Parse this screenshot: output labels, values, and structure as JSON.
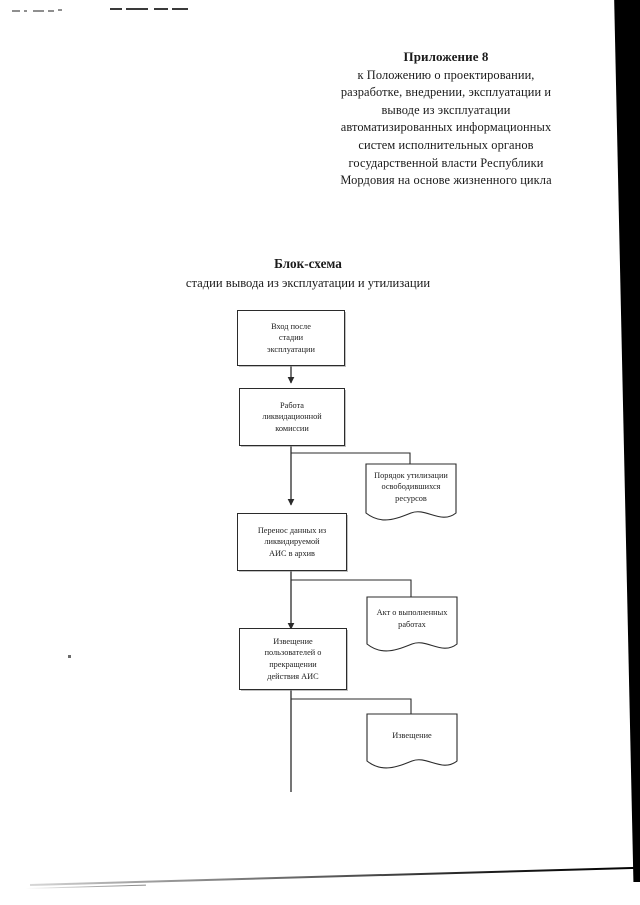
{
  "document": {
    "header": {
      "title": "Приложение 8",
      "lines": [
        "к Положению о проектировании,",
        "разработке, внедрении, эксплуатации и",
        "выводе из эксплуатации",
        "автоматизированных информационных",
        "систем исполнительных органов",
        "государственной власти Республики",
        "Мордовия на основе жизненного цикла"
      ]
    },
    "chart_title": "Блок-схема",
    "chart_subtitle": "стадии вывода из эксплуатации и утилизации"
  },
  "chart_data": {
    "type": "diagram",
    "title": "Блок-схема",
    "subtitle": "стадии вывода из эксплуатации и утилизации",
    "orientation": "top-to-bottom",
    "process_nodes": [
      {
        "id": "n1",
        "shape": "rectangle",
        "text": "Вход после стадии эксплуатации",
        "lines": [
          "Вход после",
          "стадии",
          "эксплуатации"
        ]
      },
      {
        "id": "n2",
        "shape": "rectangle",
        "text": "Работа ликвидационной комиссии",
        "lines": [
          "Работа",
          "ликвидационной",
          "комиссии"
        ]
      },
      {
        "id": "n3",
        "shape": "rectangle",
        "text": "Перенос данных из ликвидируемой АИС в архив",
        "lines": [
          "Перенос данных из",
          "ликвидируемой",
          "АИС в архив"
        ]
      },
      {
        "id": "n4",
        "shape": "rectangle",
        "text": "Извещение пользователей о прекращении действия АИС",
        "lines": [
          "Извещение",
          "пользователей о",
          "прекращении",
          "действия АИС"
        ]
      }
    ],
    "document_nodes": [
      {
        "id": "d1",
        "shape": "document",
        "text": "Порядок утилизации освободившихся ресурсов",
        "lines": [
          "Порядок",
          "утилизации",
          "освободившихся",
          "ресурсов"
        ],
        "branches_from": "n2"
      },
      {
        "id": "d2",
        "shape": "document",
        "text": "Акт о выполненных работах",
        "lines": [
          "Акт о",
          "выполненных",
          "работах"
        ],
        "branches_from": "n3"
      },
      {
        "id": "d3",
        "shape": "document",
        "text": "Извещение",
        "lines": [
          "Извещение"
        ],
        "branches_from": "n4"
      }
    ],
    "edges": [
      {
        "from": "n1",
        "to": "n2",
        "arrow": true
      },
      {
        "from": "n2",
        "to": "n3",
        "arrow": true
      },
      {
        "from": "n3",
        "to": "n4",
        "arrow": true
      },
      {
        "from": "n2",
        "to": "d1",
        "arrow": false
      },
      {
        "from": "n3",
        "to": "d2",
        "arrow": false
      },
      {
        "from": "n4",
        "to": "d3",
        "arrow": false
      },
      {
        "from": "n4",
        "to": "exit",
        "arrow": false
      }
    ],
    "colors": {
      "line": "#2b2b2b",
      "node_fill": "#ffffff",
      "text": "#222222"
    }
  }
}
